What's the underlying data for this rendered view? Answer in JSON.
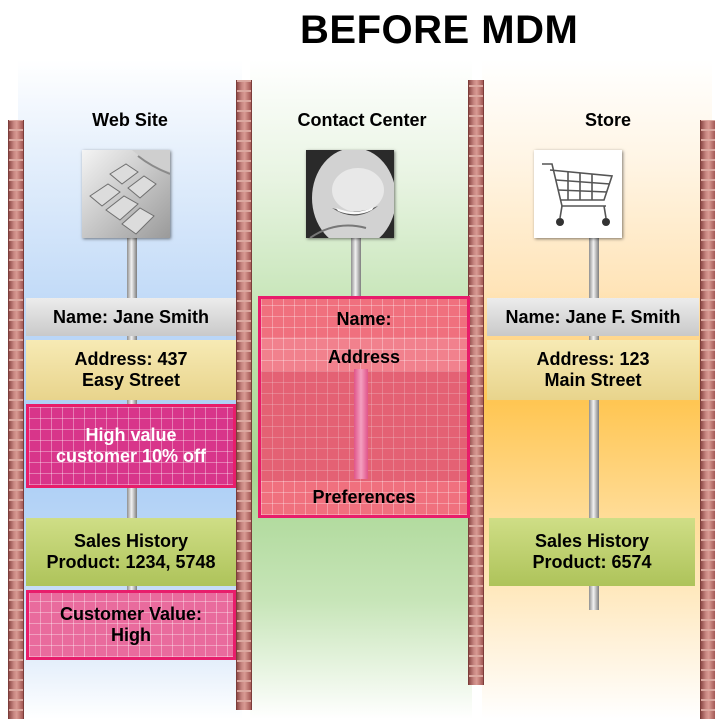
{
  "title": "BEFORE MDM",
  "columns": [
    {
      "header": "Web Site",
      "photo_icon": "keyboard-hand-photo",
      "name": "Name: Jane Smith",
      "address_line1": "Address: 437",
      "address_line2": "Easy Street",
      "offer_line1": "High value",
      "offer_line2": "customer 10% off",
      "sales_line1": "Sales History",
      "sales_line2": "Product: 1234, 5748",
      "value_line1": "Customer Value:",
      "value_line2": "High"
    },
    {
      "header": "Contact Center",
      "photo_icon": "smiling-agent-headset-photo",
      "name": "Name:",
      "address": "Address",
      "preferences": "Preferences"
    },
    {
      "header": "Store",
      "photo_icon": "shopping-cart-photo",
      "name": "Name: Jane F. Smith",
      "address_line1": "Address: 123",
      "address_line2": "Main Street",
      "sales_line1": "Sales History",
      "sales_line2": "Product: 6574"
    }
  ],
  "colors": {
    "web_bg": "#a9cdf6",
    "contact_bg": "#a6d590",
    "store_bg": "#ffc653",
    "highlight": "#e81d6b",
    "brick": "#b46a66"
  }
}
